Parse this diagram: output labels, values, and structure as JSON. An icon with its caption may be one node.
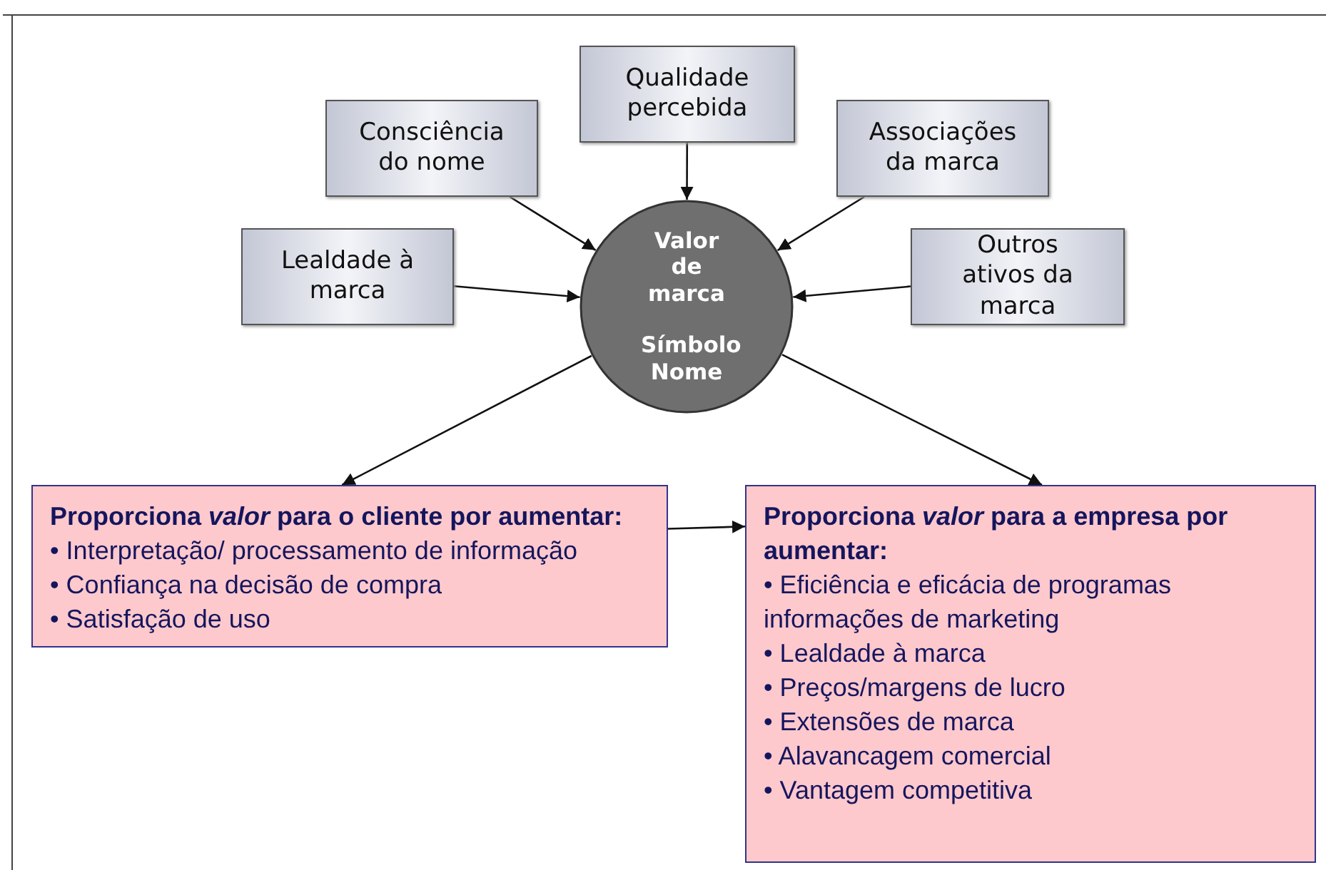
{
  "diagram": {
    "nodes": [
      {
        "text": [
          "Qualidade percebida"
        ]
      },
      {
        "text": [
          "Consciência do nome"
        ]
      },
      {
        "text": [
          "Associações da marca"
        ]
      },
      {
        "text": [
          "Lealdade à marca"
        ]
      },
      {
        "text": [
          "Outros ativos da marca"
        ]
      },
      {
        "text": [
          "Valor de marca",
          "Símbolo Nome"
        ]
      },
      {
        "text": [
          "Proporciona *valor* para o cliente por aumentar:",
          "• Interpretação/ processamento de informação",
          "• Confiança na decisão de compra",
          "• Satisfação de uso"
        ]
      },
      {
        "text": [
          "Proporciona *valor* para a empresa por aumentar:",
          "• Eficiência e eficácia de programas informações de marketing",
          "• Lealdade à marca",
          "• Preços/margens de lucro",
          "• Extensões de marca",
          "• Alavancagem comercial",
          "• Vantagem competitiva"
        ]
      }
    ],
    "edges": [
      {
        "from": 1,
        "to": 5,
        "arrow": "to"
      },
      {
        "from": 0,
        "to": 5,
        "arrow": "to"
      },
      {
        "from": 2,
        "to": 5,
        "arrow": "to"
      },
      {
        "from": 3,
        "to": 5,
        "arrow": "to"
      },
      {
        "from": 4,
        "to": 5,
        "arrow": "to"
      },
      {
        "from": 5,
        "to": 6,
        "arrow": "to"
      },
      {
        "from": 5,
        "to": 7,
        "arrow": "to"
      },
      {
        "from": 6,
        "to": 7,
        "arrow": "to"
      }
    ]
  }
}
